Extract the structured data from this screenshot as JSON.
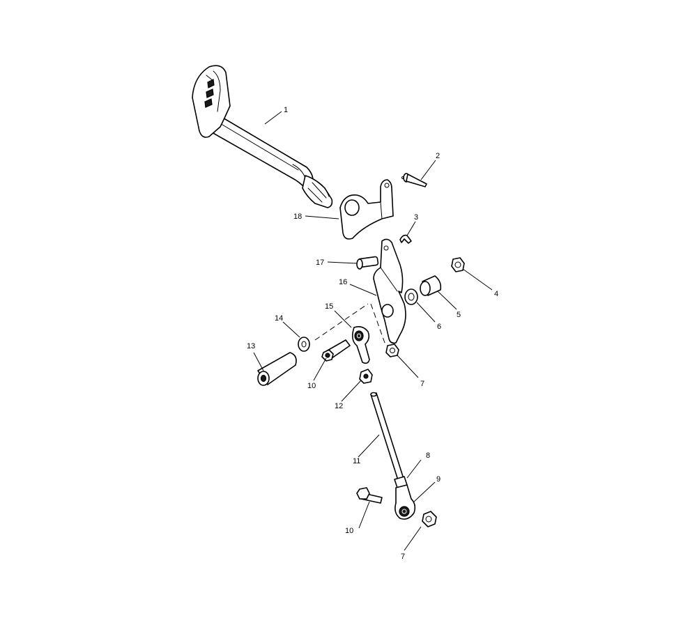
{
  "callouts": [
    {
      "id": "c1",
      "label": "1"
    },
    {
      "id": "c2",
      "label": "2"
    },
    {
      "id": "c3",
      "label": "3"
    },
    {
      "id": "c4",
      "label": "4"
    },
    {
      "id": "c5",
      "label": "5"
    },
    {
      "id": "c6",
      "label": "6"
    },
    {
      "id": "c7a",
      "label": "7"
    },
    {
      "id": "c7b",
      "label": "7"
    },
    {
      "id": "c8",
      "label": "8"
    },
    {
      "id": "c9",
      "label": "9"
    },
    {
      "id": "c10a",
      "label": "10"
    },
    {
      "id": "c10b",
      "label": "10"
    },
    {
      "id": "c11",
      "label": "11"
    },
    {
      "id": "c12",
      "label": "12"
    },
    {
      "id": "c13",
      "label": "13"
    },
    {
      "id": "c14",
      "label": "14"
    },
    {
      "id": "c15",
      "label": "15"
    },
    {
      "id": "c16",
      "label": "16"
    },
    {
      "id": "c17",
      "label": "17"
    },
    {
      "id": "c18",
      "label": "18"
    }
  ]
}
